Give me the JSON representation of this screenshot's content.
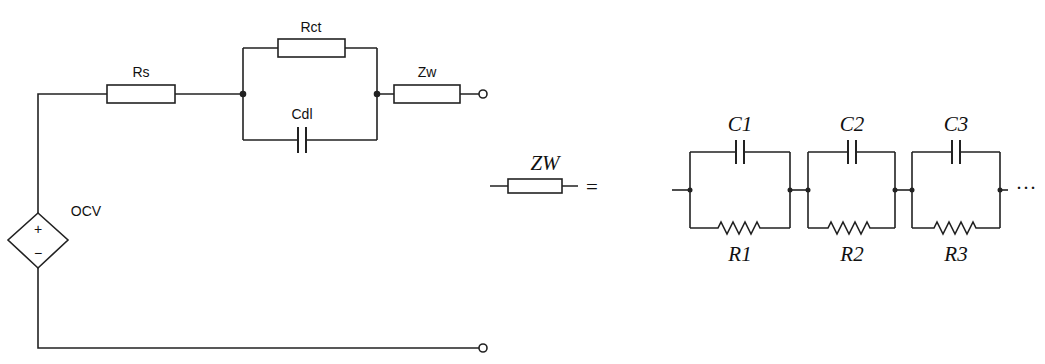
{
  "diagram": {
    "labels": [
      "Rs",
      "Rct",
      "Cdl",
      "Zw",
      "OCV",
      "+",
      "−",
      "ZW",
      "=",
      "C1",
      "C2",
      "C3",
      "R1",
      "R2",
      "R3",
      "···"
    ]
  }
}
